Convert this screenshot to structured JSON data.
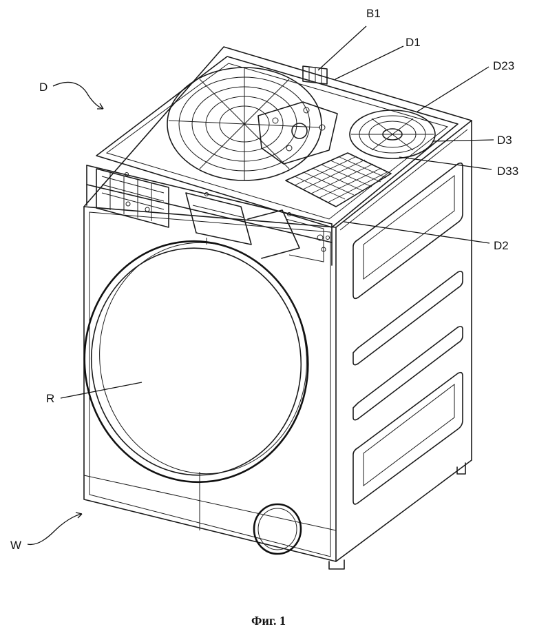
{
  "labels": {
    "d": "D",
    "b1": "B1",
    "d1": "D1",
    "d23": "D23",
    "d3": "D3",
    "d33": "D33",
    "d2": "D2",
    "r": "R",
    "w": "W"
  },
  "caption": "Фиг. 1"
}
